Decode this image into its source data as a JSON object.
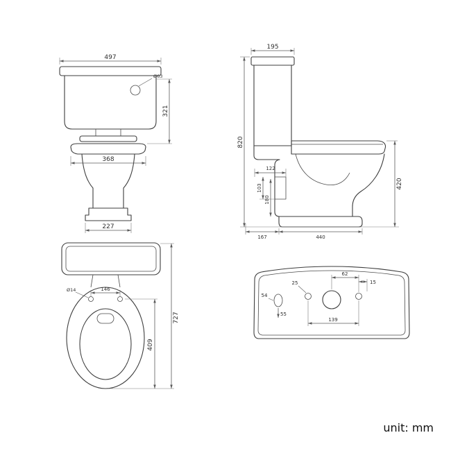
{
  "unit_label": "unit: mm",
  "front_view": {
    "width_top": "497",
    "button_hole": "Ø63",
    "cistern_height": "321",
    "seat_width": "368",
    "base_width": "227"
  },
  "side_view": {
    "cistern_depth": "195",
    "overall_height": "820",
    "outlet_offset": "122",
    "outlet_center_height": "103",
    "trap_height": "180",
    "rear_to_base": "167",
    "base_depth": "440",
    "seat_height": "420"
  },
  "top_view": {
    "hole_spacing": "146",
    "hole_diameter": "Ø14",
    "overall_depth": "727",
    "bowl_length": "409"
  },
  "cistern_rear_view": {
    "center_to_side_hole": "62",
    "side_hole_offset": "15",
    "inlet_hole": "25",
    "oval_hole_width": "54",
    "oval_hole_drop": "55",
    "side_holes_span": "139"
  }
}
